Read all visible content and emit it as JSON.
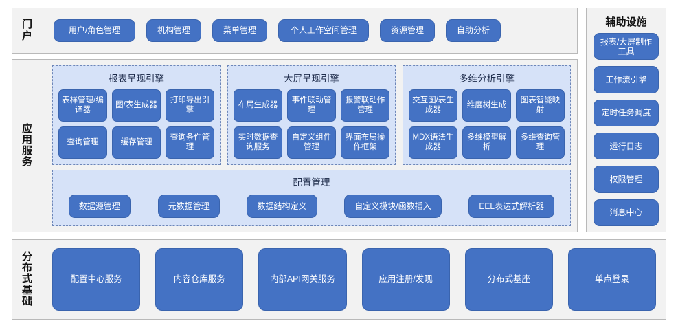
{
  "theme": {
    "button_fill": "#4472C4",
    "button_border": "#3A64AE",
    "panel_fill": "#F2F2F2",
    "panel_border": "#B9B9B9",
    "engine_fill": "#D6E2F8",
    "engine_border": "#6D86B8",
    "text_on_button": "#FFFFFF",
    "title_text": "#111111"
  },
  "portal": {
    "label": "门户",
    "items": [
      {
        "label": "用户/角色管理"
      },
      {
        "label": "机构管理"
      },
      {
        "label": "菜单管理"
      },
      {
        "label": "个人工作空间管理"
      },
      {
        "label": "资源管理"
      },
      {
        "label": "自助分析"
      }
    ]
  },
  "aux": {
    "title": "辅助设施",
    "items": [
      {
        "label": "报表/大屏制作工具"
      },
      {
        "label": "工作流引擎"
      },
      {
        "label": "定时任务调度"
      },
      {
        "label": "运行日志"
      },
      {
        "label": "权限管理"
      },
      {
        "label": "消息中心"
      }
    ]
  },
  "app_services": {
    "label": "应用服务",
    "engines": [
      {
        "title": "报表呈现引擎",
        "items": [
          {
            "label": "表样管理/编译器"
          },
          {
            "label": "图/表生成器"
          },
          {
            "label": "打印导出引擎"
          },
          {
            "label": "查询管理"
          },
          {
            "label": "缓存管理"
          },
          {
            "label": "查询条件管理"
          }
        ]
      },
      {
        "title": "大屏呈现引擎",
        "items": [
          {
            "label": "布局生成器"
          },
          {
            "label": "事件联动管理"
          },
          {
            "label": "报警联动作管理"
          },
          {
            "label": "实时数据查询服务"
          },
          {
            "label": "自定义组件管理"
          },
          {
            "label": "界面布局操作框架"
          }
        ]
      },
      {
        "title": "多维分析引擎",
        "items": [
          {
            "label": "交互图/表生成器"
          },
          {
            "label": "维度树生成"
          },
          {
            "label": "图表智能映射"
          },
          {
            "label": "MDX语法生成器"
          },
          {
            "label": "多维模型解析"
          },
          {
            "label": "多维查询管理"
          }
        ]
      }
    ],
    "config": {
      "title": "配置管理",
      "items": [
        {
          "label": "数据源管理"
        },
        {
          "label": "元数据管理"
        },
        {
          "label": "数据结构定义"
        },
        {
          "label": "自定义模块/函数插入"
        },
        {
          "label": "EEL表达式解析器"
        }
      ]
    }
  },
  "base": {
    "label": "分布式基础",
    "items": [
      {
        "label": "配置中心服务"
      },
      {
        "label": "内容仓库服务"
      },
      {
        "label": "内部API网关服务"
      },
      {
        "label": "应用注册/发现"
      },
      {
        "label": "分布式基座"
      },
      {
        "label": "单点登录"
      }
    ]
  }
}
